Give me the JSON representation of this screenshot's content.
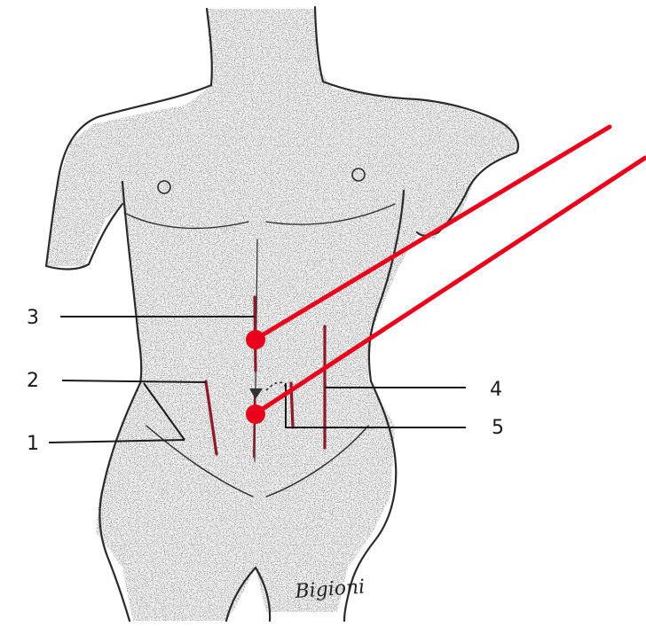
{
  "diagram": {
    "callouts": [
      {
        "id": "c3",
        "label": "3"
      },
      {
        "id": "c2",
        "label": "2"
      },
      {
        "id": "c1",
        "label": "1"
      },
      {
        "id": "c4",
        "label": "4"
      },
      {
        "id": "c5",
        "label": "5"
      }
    ],
    "signature": "Bigioni",
    "colors": {
      "pointer": "#e8001c",
      "incision": "#8b1a2b",
      "ink": "#2a2a2a",
      "leader": "#1a1a1a"
    }
  }
}
